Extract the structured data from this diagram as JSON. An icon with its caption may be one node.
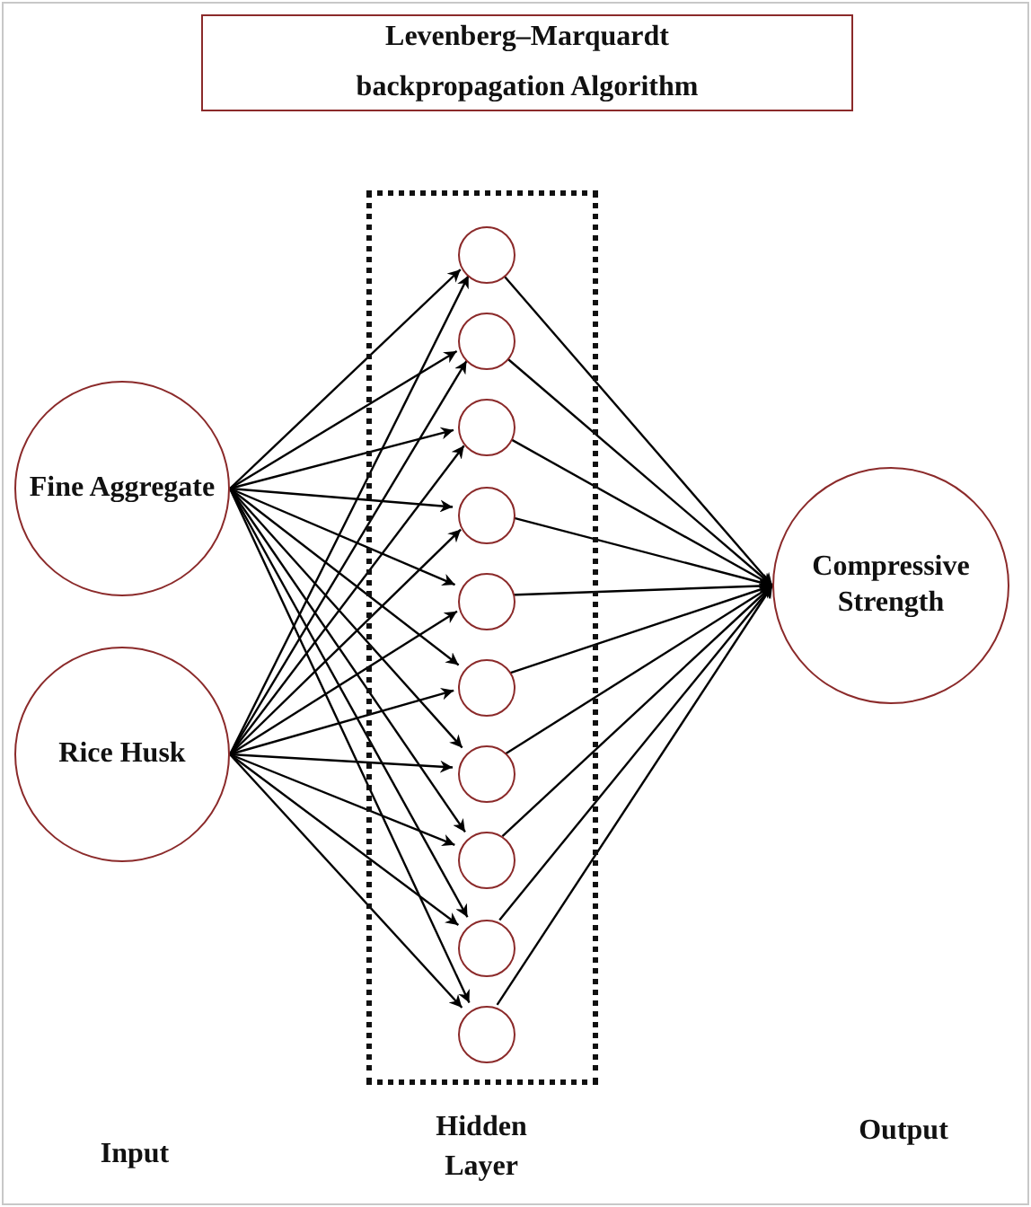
{
  "diagram": {
    "nodes": [
      {
        "text": [
          "Levenberg–Marquardt backpropagation Algorithm"
        ]
      },
      {
        "text": [
          "Fine Aggregate"
        ]
      },
      {
        "text": [
          "Rice Husk"
        ]
      },
      {
        "text": [],
        "shape": "box"
      },
      {
        "text": [],
        "shape": "circle",
        "in": 3
      },
      {
        "text": [],
        "shape": "circle",
        "in": 3
      },
      {
        "text": [],
        "shape": "circle",
        "in": 3
      },
      {
        "text": [],
        "shape": "circle",
        "in": 3
      },
      {
        "text": [],
        "shape": "circle",
        "in": 3
      },
      {
        "text": [],
        "shape": "circle",
        "in": 3
      },
      {
        "text": [],
        "shape": "circle",
        "in": 3
      },
      {
        "text": [],
        "shape": "circle",
        "in": 3
      },
      {
        "text": [],
        "shape": "circle",
        "in": 3
      },
      {
        "text": [],
        "shape": "circle",
        "in": 3
      },
      {
        "text": [
          "Compressive Strength"
        ]
      }
    ],
    "edges": [
      {
        "from": 1,
        "to": 4,
        "arrow": "to"
      },
      {
        "from": 1,
        "to": 5,
        "arrow": "to"
      },
      {
        "from": 1,
        "to": 6,
        "arrow": "to"
      },
      {
        "from": 1,
        "to": 7,
        "arrow": "to"
      },
      {
        "from": 1,
        "to": 8,
        "arrow": "to"
      },
      {
        "from": 1,
        "to": 9,
        "arrow": "to"
      },
      {
        "from": 1,
        "to": 10,
        "arrow": "to"
      },
      {
        "from": 1,
        "to": 11,
        "arrow": "to"
      },
      {
        "from": 1,
        "to": 12,
        "arrow": "to"
      },
      {
        "from": 1,
        "to": 13,
        "arrow": "to"
      },
      {
        "from": 2,
        "to": 4,
        "arrow": "to"
      },
      {
        "from": 2,
        "to": 5,
        "arrow": "to"
      },
      {
        "from": 2,
        "to": 6,
        "arrow": "to"
      },
      {
        "from": 2,
        "to": 7,
        "arrow": "to"
      },
      {
        "from": 2,
        "to": 8,
        "arrow": "to"
      },
      {
        "from": 2,
        "to": 9,
        "arrow": "to"
      },
      {
        "from": 2,
        "to": 10,
        "arrow": "to"
      },
      {
        "from": 2,
        "to": 11,
        "arrow": "to"
      },
      {
        "from": 2,
        "to": 12,
        "arrow": "to"
      },
      {
        "from": 2,
        "to": 13,
        "arrow": "to"
      },
      {
        "from": 4,
        "to": 14,
        "arrow": "to"
      },
      {
        "from": 5,
        "to": 14,
        "arrow": "to"
      },
      {
        "from": 6,
        "to": 14,
        "arrow": "to"
      },
      {
        "from": 7,
        "to": 14,
        "arrow": "to"
      },
      {
        "from": 8,
        "to": 14,
        "arrow": "to"
      },
      {
        "from": 9,
        "to": 14,
        "arrow": "to"
      },
      {
        "from": 10,
        "to": 14,
        "arrow": "to"
      },
      {
        "from": 11,
        "to": 14,
        "arrow": "to"
      },
      {
        "from": 12,
        "to": 14,
        "arrow": "to"
      },
      {
        "from": 13,
        "to": 14,
        "arrow": "to"
      }
    ],
    "labels": [
      "Input",
      "Hidden Layer",
      "Output"
    ]
  }
}
